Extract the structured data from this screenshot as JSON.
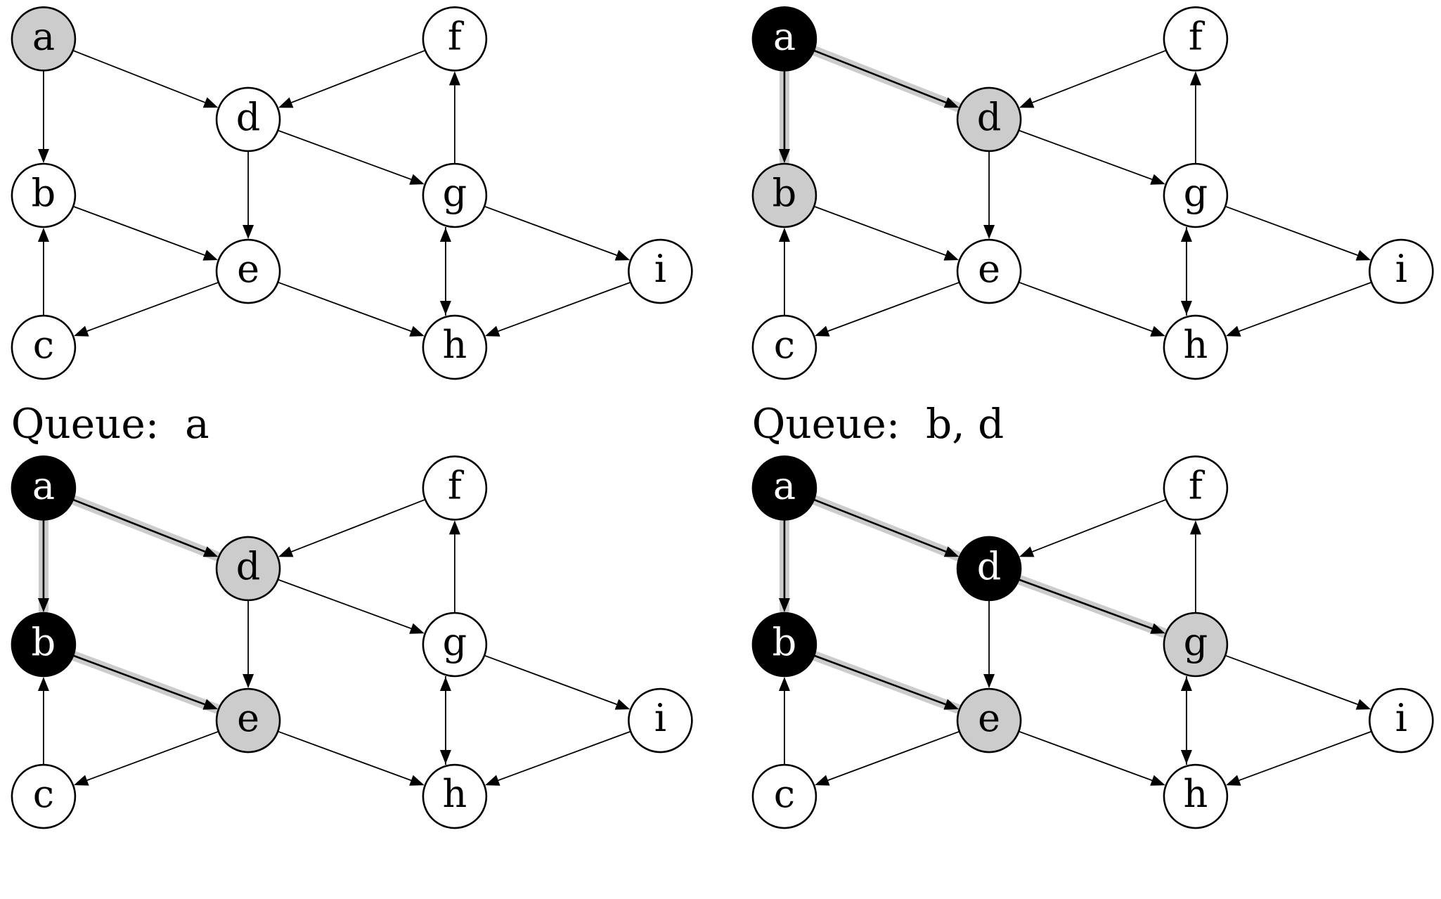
{
  "colors": {
    "white_fill": "#ffffff",
    "gray_fill": "#cccccc",
    "black_fill": "#000000",
    "edge": "#000000",
    "tree_highlight": "#cccccc"
  },
  "graph": {
    "nodes": [
      {
        "id": "a",
        "label": "a"
      },
      {
        "id": "b",
        "label": "b"
      },
      {
        "id": "c",
        "label": "c"
      },
      {
        "id": "d",
        "label": "d"
      },
      {
        "id": "e",
        "label": "e"
      },
      {
        "id": "f",
        "label": "f"
      },
      {
        "id": "g",
        "label": "g"
      },
      {
        "id": "h",
        "label": "h"
      },
      {
        "id": "i",
        "label": "i"
      }
    ],
    "edges": [
      [
        "a",
        "b"
      ],
      [
        "a",
        "d"
      ],
      [
        "c",
        "b"
      ],
      [
        "b",
        "e"
      ],
      [
        "d",
        "e"
      ],
      [
        "f",
        "d"
      ],
      [
        "d",
        "g"
      ],
      [
        "e",
        "c"
      ],
      [
        "e",
        "h"
      ],
      [
        "g",
        "f"
      ],
      [
        "h",
        "g"
      ],
      [
        "g",
        "h"
      ],
      [
        "g",
        "i"
      ],
      [
        "i",
        "h"
      ]
    ]
  },
  "panels": [
    {
      "id": "panel-1",
      "caption": "Queue:  a",
      "states": {
        "a": "gray"
      },
      "tree_edges": []
    },
    {
      "id": "panel-2",
      "caption": "Queue:  b, d",
      "states": {
        "a": "black",
        "b": "gray",
        "d": "gray"
      },
      "tree_edges": [
        [
          "a",
          "b"
        ],
        [
          "a",
          "d"
        ]
      ]
    },
    {
      "id": "panel-3",
      "caption": "",
      "states": {
        "a": "black",
        "b": "black",
        "d": "gray",
        "e": "gray"
      },
      "tree_edges": [
        [
          "a",
          "b"
        ],
        [
          "a",
          "d"
        ],
        [
          "b",
          "e"
        ]
      ]
    },
    {
      "id": "panel-4",
      "caption": "",
      "states": {
        "a": "black",
        "b": "black",
        "d": "black",
        "e": "gray",
        "g": "gray"
      },
      "tree_edges": [
        [
          "a",
          "b"
        ],
        [
          "a",
          "d"
        ],
        [
          "b",
          "e"
        ],
        [
          "d",
          "g"
        ]
      ]
    }
  ]
}
